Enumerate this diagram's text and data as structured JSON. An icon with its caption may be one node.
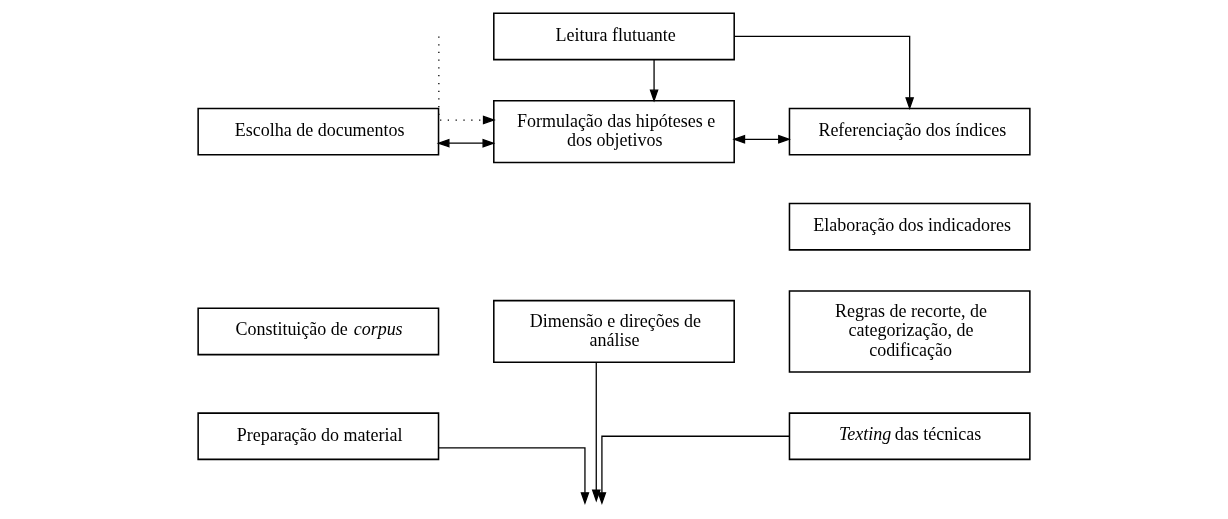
{
  "diagram": {
    "nodes": [
      {
        "text": [
          "Leitura flutuante"
        ]
      },
      {
        "text": [
          "Referenciação dos índices"
        ]
      },
      {
        "text": [
          "Escolha de documentos"
        ]
      },
      {
        "text": [
          "Formulação das hipóteses e dos objetivos"
        ]
      },
      {
        "text": [
          "Elaboração dos indicadores"
        ]
      },
      {
        "text": [
          "Constituição de *corpus*"
        ]
      },
      {
        "text": [
          "Dimensão e direções de análise"
        ]
      },
      {
        "text": [
          "Regras de recorte, de categorização, de codificação"
        ]
      },
      {
        "text": [
          "Preparação do material"
        ]
      },
      {
        "text": [
          "*Texting* das técnicas"
        ]
      }
    ],
    "edges": [
      {
        "from": null,
        "to": 3,
        "arrow": "to",
        "style": "dashed"
      },
      {
        "from": 0,
        "to": 3,
        "arrow": "to"
      },
      {
        "from": 0,
        "to": 1,
        "arrow": "to"
      },
      {
        "from": 2,
        "to": 3,
        "arrow": "both"
      },
      {
        "from": 3,
        "to": 1,
        "arrow": "both"
      },
      {
        "from": 6,
        "to": null,
        "arrow": "to"
      },
      {
        "from": 8,
        "to": null,
        "arrow": "to"
      },
      {
        "from": 9,
        "to": null,
        "arrow": "to"
      }
    ]
  }
}
